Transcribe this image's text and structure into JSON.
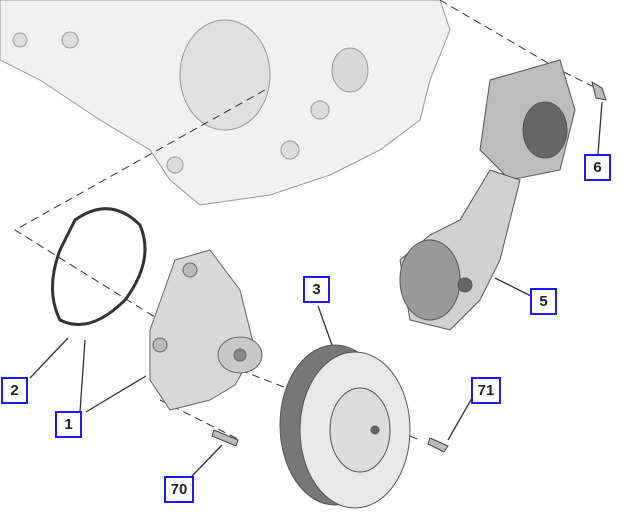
{
  "diagram": {
    "type": "exploded-parts-view",
    "callouts": [
      "1",
      "2",
      "3",
      "5",
      "6",
      "70",
      "71"
    ],
    "colors": {
      "callout_border": "#1a1aff",
      "part_fill": "#e6e6e6",
      "outline": "#555555"
    }
  }
}
